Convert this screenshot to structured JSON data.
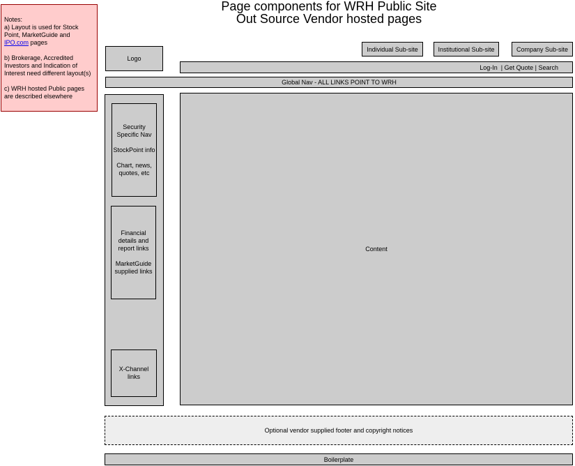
{
  "title": {
    "line1": "Page components for WRH Public Site",
    "line2": "Out Source Vendor hosted pages"
  },
  "notes": {
    "heading": "Notes:",
    "a_pre": "a) Layout is used for Stock Point, MarketGuide and ",
    "a_link": "IPO.com",
    "a_post": " pages",
    "b": "b) Brokerage, Accredited Investors and Indication of Interest need different layout(s)",
    "c": "c) WRH hosted Public pages are described elsewhere"
  },
  "logo": "Logo",
  "subsites": [
    "Individual Sub-site",
    "Institutional Sub-site",
    "Company Sub-site"
  ],
  "utility_bar": "Log-In  | Get Quote | Search",
  "global_nav": "Global Nav - ALL LINKS POINT TO WRH",
  "left_nav": {
    "security": "Security Specific Nav\n\nStockPoint info\n\nChart, news, quotes, etc",
    "financial": "Financial details and report links\n\nMarketGuide supplied links",
    "xchannel": "X-Channel links"
  },
  "content": "Content",
  "footer": "Optional vendor supplied footer and copyright notices",
  "boilerplate": "Boilerplate"
}
